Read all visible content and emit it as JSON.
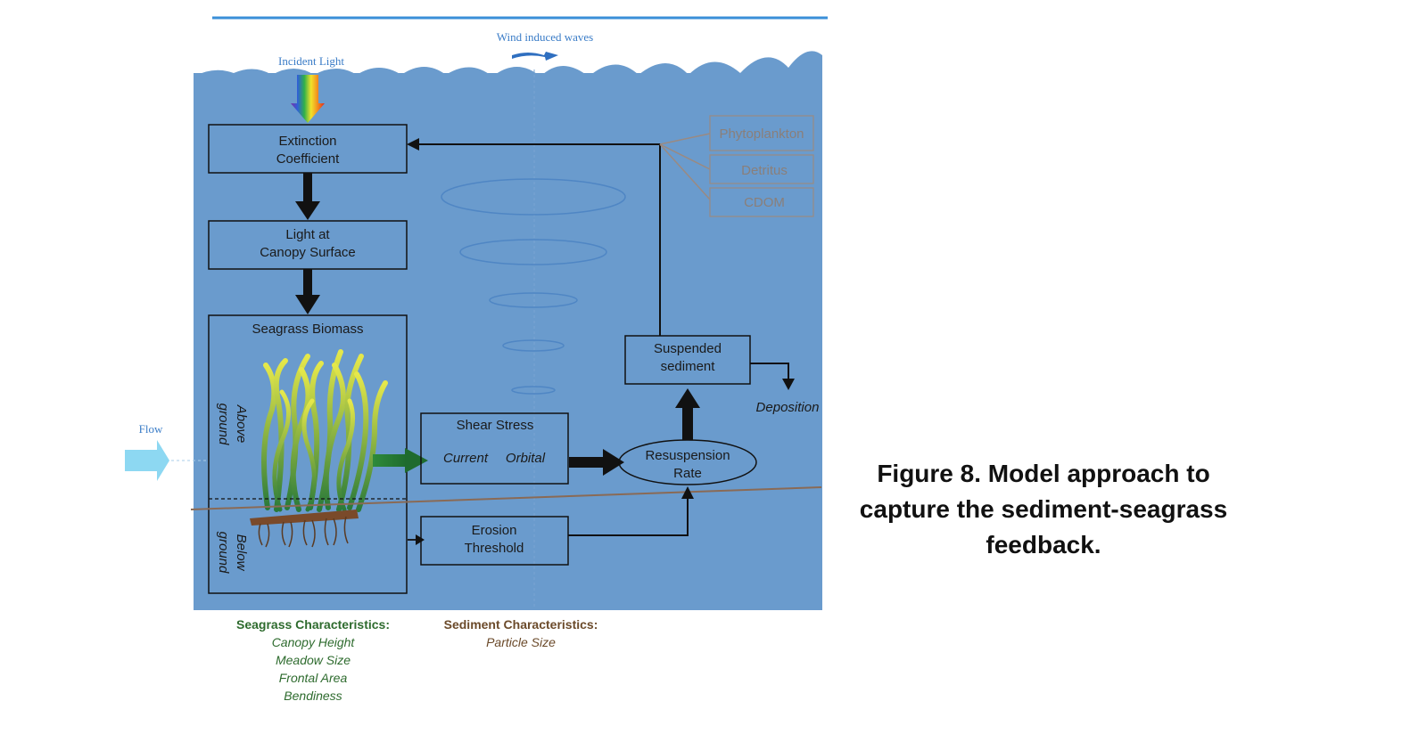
{
  "labels": {
    "wind_waves": "Wind induced waves",
    "incident_light": "Incident Light",
    "flow": "Flow",
    "deposition": "Deposition"
  },
  "boxes": {
    "extinction": [
      "Extinction",
      "Coefficient"
    ],
    "light_canopy": [
      "Light at",
      "Canopy Surface"
    ],
    "seagrass_biomass": "Seagrass Biomass",
    "above_ground": [
      "Above",
      "ground"
    ],
    "below_ground": [
      "Below",
      "ground"
    ],
    "shear_stress": "Shear Stress",
    "current": "Current",
    "orbital": "Orbital",
    "erosion": [
      "Erosion",
      "Threshold"
    ],
    "resuspension": [
      "Resuspension",
      "Rate"
    ],
    "suspended": [
      "Suspended",
      "sediment"
    ],
    "phytoplankton": "Phytoplankton",
    "detritus": "Detritus",
    "cdom": "CDOM"
  },
  "seagrass_characteristics": {
    "title": "Seagrass Characteristics:",
    "items": [
      "Canopy Height",
      "Meadow Size",
      "Frontal Area",
      "Bendiness"
    ]
  },
  "sediment_characteristics": {
    "title": "Sediment Characteristics:",
    "items": [
      "Particle Size"
    ]
  },
  "caption": [
    "Figure 8. Model approach to",
    "capture the sediment-seagrass",
    "feedback."
  ],
  "colors": {
    "water": "#6a9bcd",
    "seagrass_label": "#2e6b2e",
    "sediment_label": "#6b4a2a",
    "seabed_line": "#8a6a55",
    "flow_arrow": "#8dd8f2"
  }
}
